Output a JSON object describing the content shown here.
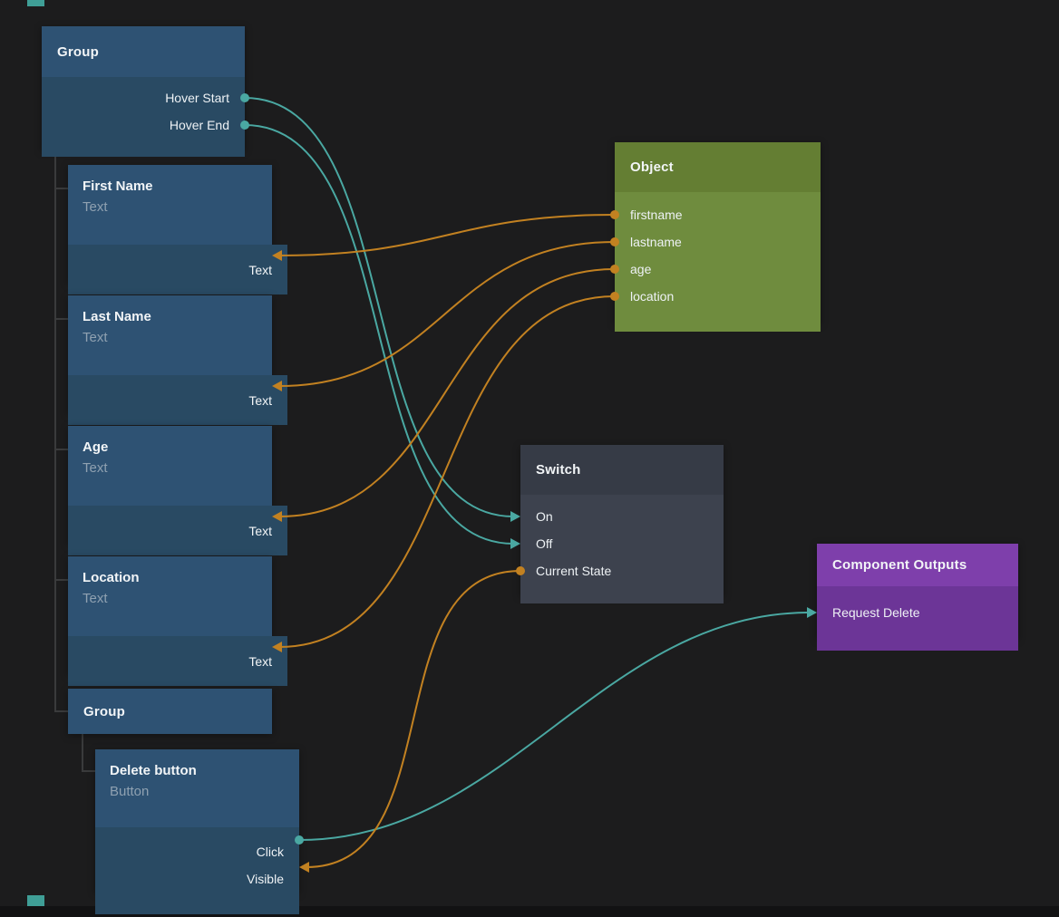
{
  "colors": {
    "background": "#1c1c1d",
    "node_blue_header": "#2e5273",
    "node_blue_body": "#294a63",
    "node_green_header": "#647e33",
    "node_green_body": "#6f8c3e",
    "node_gray_header": "#363b46",
    "node_gray_body": "#3d424e",
    "node_purple_header": "#7e3fab",
    "node_purple_body": "#6c3597",
    "edge_teal": "#4aa8a2",
    "edge_orange": "#c28121",
    "subtitle_text": "#8fa1b1"
  },
  "nodes": {
    "group_top": {
      "title": "Group",
      "ports": [
        {
          "label": "Hover Start"
        },
        {
          "label": "Hover End"
        }
      ]
    },
    "first_name": {
      "title": "First Name",
      "subtitle": "Text",
      "ports": [
        {
          "label": "Text"
        }
      ]
    },
    "last_name": {
      "title": "Last Name",
      "subtitle": "Text",
      "ports": [
        {
          "label": "Text"
        }
      ]
    },
    "age": {
      "title": "Age",
      "subtitle": "Text",
      "ports": [
        {
          "label": "Text"
        }
      ]
    },
    "location": {
      "title": "Location",
      "subtitle": "Text",
      "ports": [
        {
          "label": "Text"
        }
      ]
    },
    "group_inner": {
      "title": "Group"
    },
    "delete_button": {
      "title": "Delete button",
      "subtitle": "Button",
      "ports": [
        {
          "label": "Click"
        },
        {
          "label": "Visible"
        }
      ]
    },
    "object": {
      "title": "Object",
      "ports": [
        {
          "label": "firstname"
        },
        {
          "label": "lastname"
        },
        {
          "label": "age"
        },
        {
          "label": "location"
        }
      ]
    },
    "switch": {
      "title": "Switch",
      "ports": [
        {
          "label": "On"
        },
        {
          "label": "Off"
        },
        {
          "label": "Current State"
        }
      ]
    },
    "component_outputs": {
      "title": "Component Outputs",
      "ports": [
        {
          "label": "Request Delete"
        }
      ]
    }
  },
  "connections": [
    {
      "from": "Group.Hover Start",
      "to": "Switch.On",
      "color": "teal"
    },
    {
      "from": "Group.Hover End",
      "to": "Switch.Off",
      "color": "teal"
    },
    {
      "from": "Object.firstname",
      "to": "First Name.Text",
      "color": "orange"
    },
    {
      "from": "Object.lastname",
      "to": "Last Name.Text",
      "color": "orange"
    },
    {
      "from": "Object.age",
      "to": "Age.Text",
      "color": "orange"
    },
    {
      "from": "Object.location",
      "to": "Location.Text",
      "color": "orange"
    },
    {
      "from": "Switch.Current State",
      "to": "Delete button.Visible",
      "color": "orange"
    },
    {
      "from": "Delete button.Click",
      "to": "Component Outputs.Request Delete",
      "color": "teal"
    }
  ]
}
